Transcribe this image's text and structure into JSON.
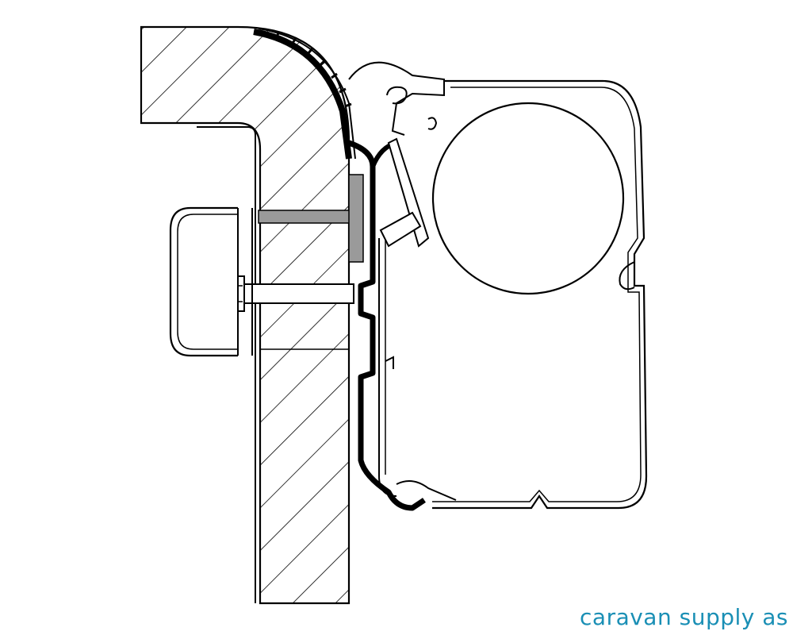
{
  "brand": {
    "watermark_text": "caravan supply as",
    "watermark_color": "#1a8fb5"
  },
  "palette": {
    "line": "#000000",
    "fill": "#ffffff",
    "gray": "#9a9a9a"
  },
  "icons": {
    "roller": "circle",
    "bolt": "hex-bolt"
  }
}
